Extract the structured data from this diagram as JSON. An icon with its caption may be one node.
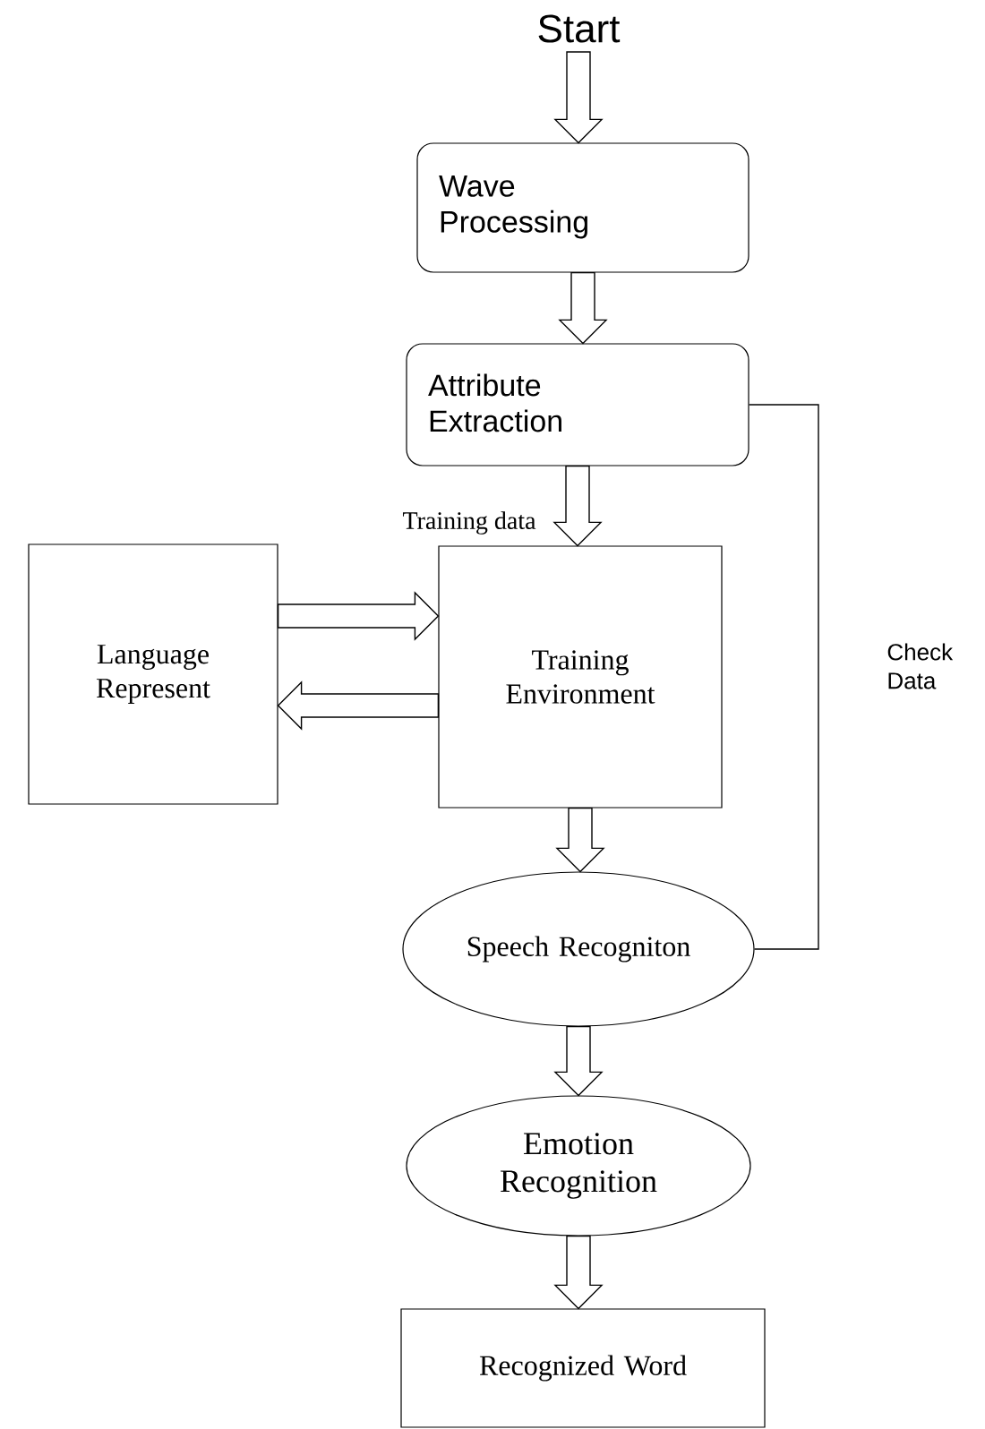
{
  "diagram": {
    "nodes": [
      {
        "text": [
          "Start"
        ]
      },
      {
        "text": [
          "Wave Processing"
        ]
      },
      {
        "text": [
          "Attribute Extraction"
        ]
      },
      {
        "text": [
          "Language Represent"
        ]
      },
      {
        "text": [
          "Training Environment"
        ]
      },
      {
        "text": [
          "Speech Recogniton"
        ]
      },
      {
        "text": [
          "Emotion Recognition"
        ]
      },
      {
        "text": [
          "Recognized Word"
        ]
      }
    ],
    "edges": [
      {
        "from": 0,
        "to": 1,
        "arrow": "to"
      },
      {
        "from": 1,
        "to": 2,
        "arrow": "to"
      },
      {
        "from": 2,
        "to": 4,
        "arrow": "to",
        "label": "Training data"
      },
      {
        "from": 3,
        "to": 4,
        "arrow": "to"
      },
      {
        "from": 4,
        "to": 3,
        "arrow": "to"
      },
      {
        "from": 2,
        "to": 5,
        "arrow": "none",
        "label": "Check Data"
      },
      {
        "from": 4,
        "to": 5,
        "arrow": "to"
      },
      {
        "from": 5,
        "to": 6,
        "arrow": "to"
      },
      {
        "from": 6,
        "to": 7,
        "arrow": "to"
      }
    ]
  }
}
